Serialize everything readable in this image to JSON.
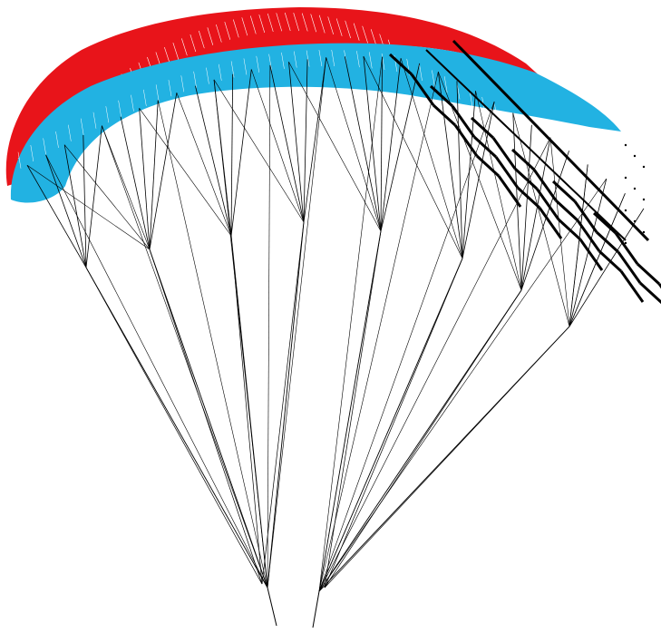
{
  "colors": {
    "background": "#ffffff",
    "top_surface": "#e8141a",
    "top_ribs": "#ffffff",
    "bottom_surface": "#22b2e2",
    "bottom_ribs": "#ffffff",
    "lines": "#000000"
  },
  "diagram": {
    "subject": "paraglider-wing-wireframe",
    "surfaces": [
      "top-surface",
      "bottom-surface"
    ],
    "line_groups": [
      "left-riser-lines",
      "right-riser-lines",
      "cascade-lines",
      "folded-tip-zigzag"
    ]
  }
}
